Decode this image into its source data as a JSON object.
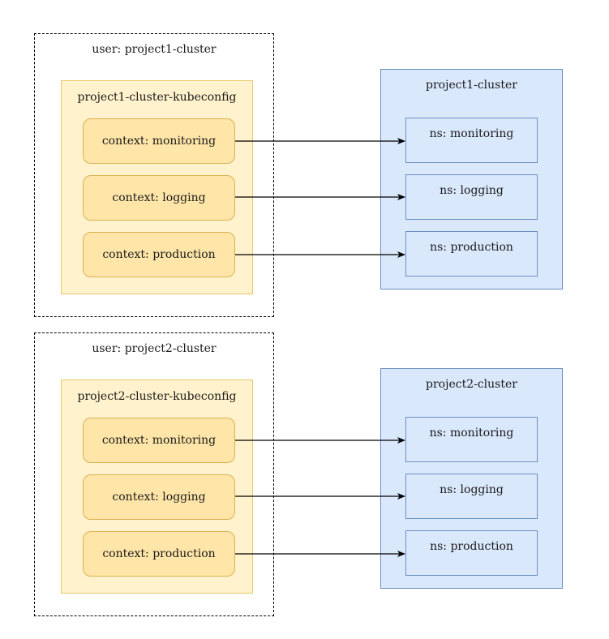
{
  "groups": [
    {
      "user_label": "user: project1-cluster",
      "kubeconfig_label": "project1-cluster-kubeconfig",
      "contexts": [
        "context: monitoring",
        "context: logging",
        "context: production"
      ],
      "cluster_label": "project1-cluster",
      "namespaces": [
        "ns: monitoring",
        "ns: logging",
        "ns: production"
      ]
    },
    {
      "user_label": "user: project2-cluster",
      "kubeconfig_label": "project2-cluster-kubeconfig",
      "contexts": [
        "context: monitoring",
        "context: logging",
        "context: production"
      ],
      "cluster_label": "project2-cluster",
      "namespaces": [
        "ns: monitoring",
        "ns: logging",
        "ns: production"
      ]
    }
  ],
  "colors": {
    "kubeconfig_fill": "#fff2cc",
    "context_fill": "#ffe6a8",
    "cluster_fill": "#dae8fc",
    "cluster_stroke": "#6c8ebf",
    "arrow": "#000000"
  }
}
